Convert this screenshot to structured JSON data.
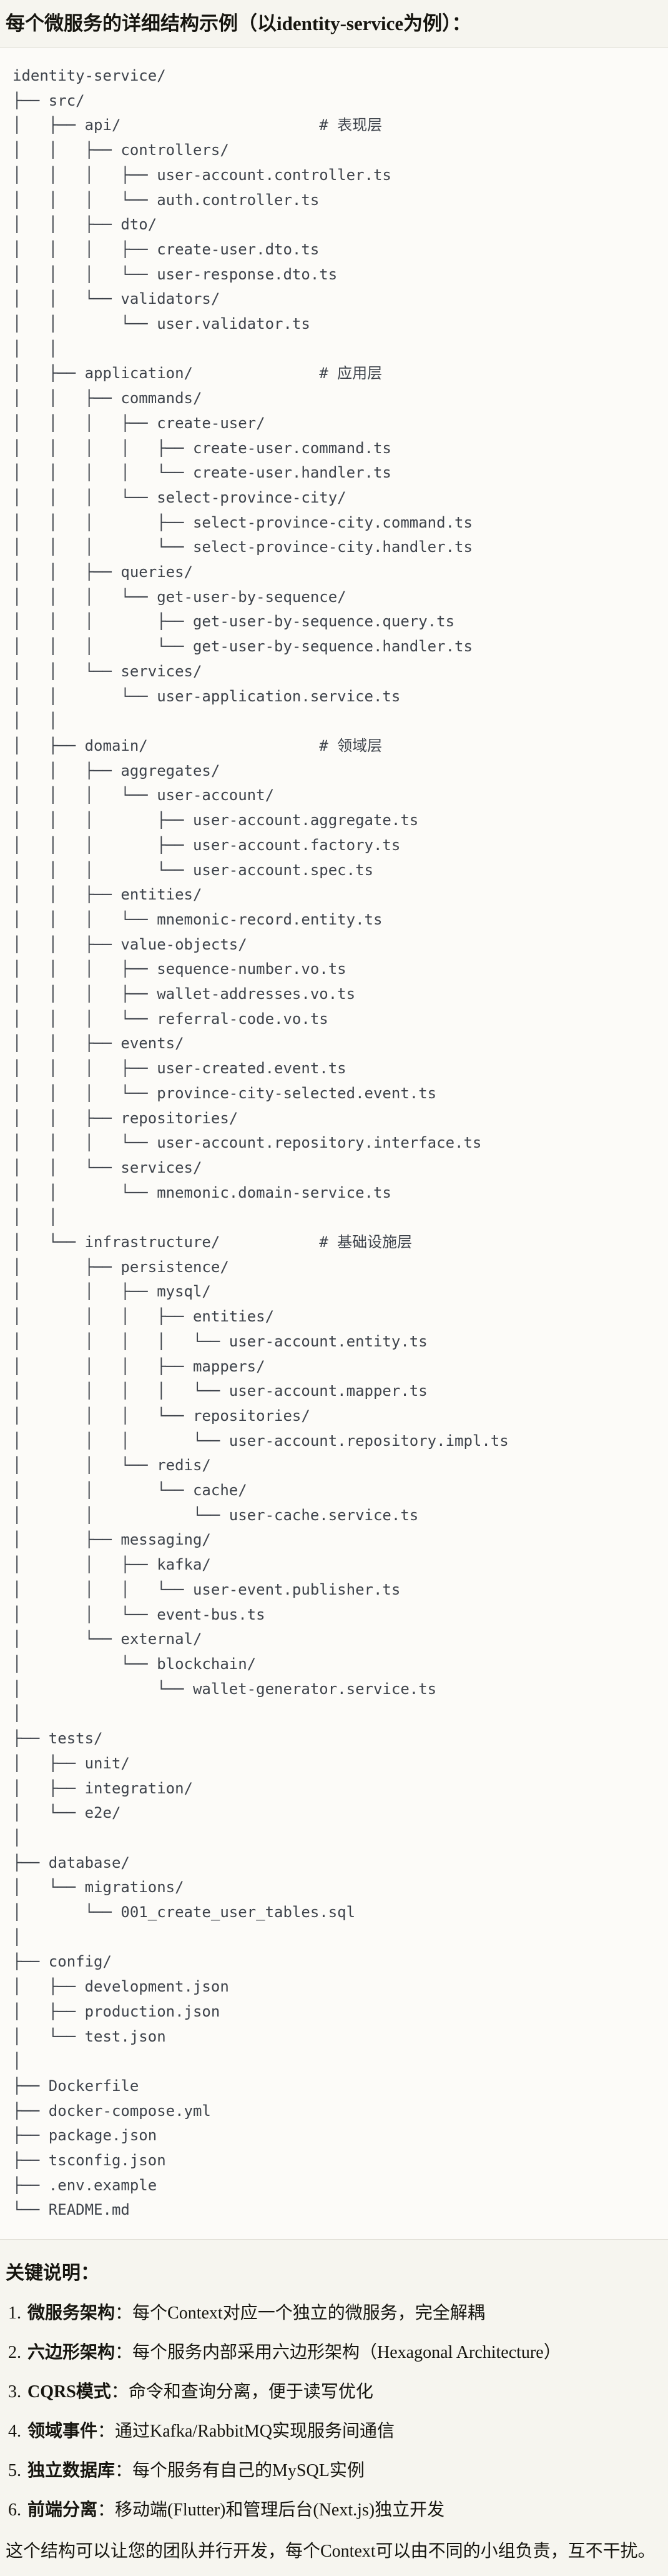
{
  "header": {
    "title": "每个微服务的详细结构示例（以identity-service为例）："
  },
  "code_block": {
    "tree_lines": [
      "identity-service/",
      "├── src/",
      "│   ├── api/                      # 表现层",
      "│   │   ├── controllers/",
      "│   │   │   ├── user-account.controller.ts",
      "│   │   │   └── auth.controller.ts",
      "│   │   ├── dto/",
      "│   │   │   ├── create-user.dto.ts",
      "│   │   │   └── user-response.dto.ts",
      "│   │   └── validators/",
      "│   │       └── user.validator.ts",
      "│   │",
      "│   ├── application/              # 应用层",
      "│   │   ├── commands/",
      "│   │   │   ├── create-user/",
      "│   │   │   │   ├── create-user.command.ts",
      "│   │   │   │   └── create-user.handler.ts",
      "│   │   │   └── select-province-city/",
      "│   │   │       ├── select-province-city.command.ts",
      "│   │   │       └── select-province-city.handler.ts",
      "│   │   ├── queries/",
      "│   │   │   └── get-user-by-sequence/",
      "│   │   │       ├── get-user-by-sequence.query.ts",
      "│   │   │       └── get-user-by-sequence.handler.ts",
      "│   │   └── services/",
      "│   │       └── user-application.service.ts",
      "│   │",
      "│   ├── domain/                   # 领域层",
      "│   │   ├── aggregates/",
      "│   │   │   └── user-account/",
      "│   │   │       ├── user-account.aggregate.ts",
      "│   │   │       ├── user-account.factory.ts",
      "│   │   │       └── user-account.spec.ts",
      "│   │   ├── entities/",
      "│   │   │   └── mnemonic-record.entity.ts",
      "│   │   ├── value-objects/",
      "│   │   │   ├── sequence-number.vo.ts",
      "│   │   │   ├── wallet-addresses.vo.ts",
      "│   │   │   └── referral-code.vo.ts",
      "│   │   ├── events/",
      "│   │   │   ├── user-created.event.ts",
      "│   │   │   └── province-city-selected.event.ts",
      "│   │   ├── repositories/",
      "│   │   │   └── user-account.repository.interface.ts",
      "│   │   └── services/",
      "│   │       └── mnemonic.domain-service.ts",
      "│   │",
      "│   └── infrastructure/           # 基础设施层",
      "│       ├── persistence/",
      "│       │   ├── mysql/",
      "│       │   │   ├── entities/",
      "│       │   │   │   └── user-account.entity.ts",
      "│       │   │   ├── mappers/",
      "│       │   │   │   └── user-account.mapper.ts",
      "│       │   │   └── repositories/",
      "│       │   │       └── user-account.repository.impl.ts",
      "│       │   └── redis/",
      "│       │       └── cache/",
      "│       │           └── user-cache.service.ts",
      "│       ├── messaging/",
      "│       │   ├── kafka/",
      "│       │   │   └── user-event.publisher.ts",
      "│       │   └── event-bus.ts",
      "│       └── external/",
      "│           └── blockchain/",
      "│               └── wallet-generator.service.ts",
      "│",
      "├── tests/",
      "│   ├── unit/",
      "│   ├── integration/",
      "│   └── e2e/",
      "│",
      "├── database/",
      "│   └── migrations/",
      "│       └── 001_create_user_tables.sql",
      "│",
      "├── config/",
      "│   ├── development.json",
      "│   ├── production.json",
      "│   └── test.json",
      "│",
      "├── Dockerfile",
      "├── docker-compose.yml",
      "├── package.json",
      "├── tsconfig.json",
      "├── .env.example",
      "└── README.md"
    ]
  },
  "notes": {
    "heading": "关键说明：",
    "items": [
      {
        "num": "1.",
        "term": "微服务架构",
        "colon": "：",
        "desc": "每个Context对应一个独立的微服务，完全解耦"
      },
      {
        "num": "2.",
        "term": "六边形架构",
        "colon": "：",
        "desc": "每个服务内部采用六边形架构（Hexagonal Architecture）"
      },
      {
        "num": "3.",
        "term": "CQRS模式",
        "colon": "：",
        "desc": "命令和查询分离，便于读写优化"
      },
      {
        "num": "4.",
        "term": "领域事件",
        "colon": "：",
        "desc": "通过Kafka/RabbitMQ实现服务间通信"
      },
      {
        "num": "5.",
        "term": "独立数据库",
        "colon": "：",
        "desc": "每个服务有自己的MySQL实例"
      },
      {
        "num": "6.",
        "term": "前端分离",
        "colon": "：",
        "desc": "移动端(Flutter)和管理后台(Next.js)独立开发"
      }
    ],
    "closing": "这个结构可以让您的团队并行开发，每个Context可以由不同的小组负责，互不干扰。"
  },
  "colors": {
    "page_bg": "#f6f5ef",
    "code_bg": "#fcfbf8",
    "divider": "#e0ded6",
    "title_text": "#16150f",
    "code_text": "#3e434b"
  }
}
